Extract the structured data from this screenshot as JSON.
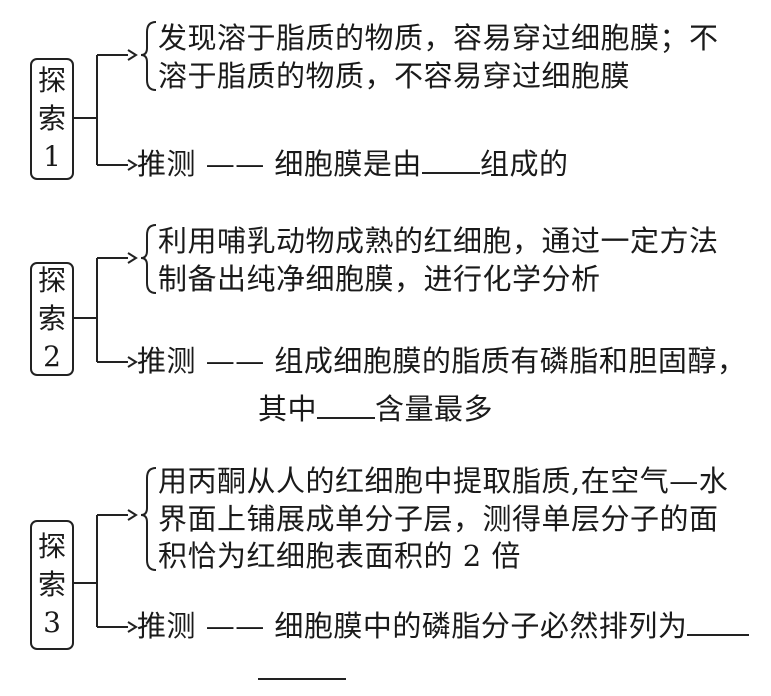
{
  "sections": [
    {
      "label": [
        "探",
        "索",
        "1"
      ],
      "observations": [
        "发现溶于脂质的物质，容易穿过细胞膜；不",
        "溶于脂质的物质，不容易穿过细胞膜"
      ],
      "inference_prefix": "推测 —— 细胞膜是由",
      "inference_suffix": "组成的"
    },
    {
      "label": [
        "探",
        "索",
        "2"
      ],
      "observations": [
        "利用哺乳动物成熟的红细胞，通过一定方法",
        "制备出纯净细胞膜，进行化学分析"
      ],
      "inference_prefix": "推测 —— 组成细胞膜的脂质有磷脂和胆固醇，",
      "inference_line2_prefix": "其中",
      "inference_line2_suffix": "含量最多"
    },
    {
      "label": [
        "探",
        "索",
        "3"
      ],
      "observations": [
        "用丙酮从人的红细胞中提取脂质,在空气—水",
        "界面上铺展成单分子层，测得单层分子的面",
        "积恰为红细胞表面积的 2 倍"
      ],
      "inference_prefix": "推测 —— 细胞膜中的磷脂分子必然排列为"
    }
  ]
}
